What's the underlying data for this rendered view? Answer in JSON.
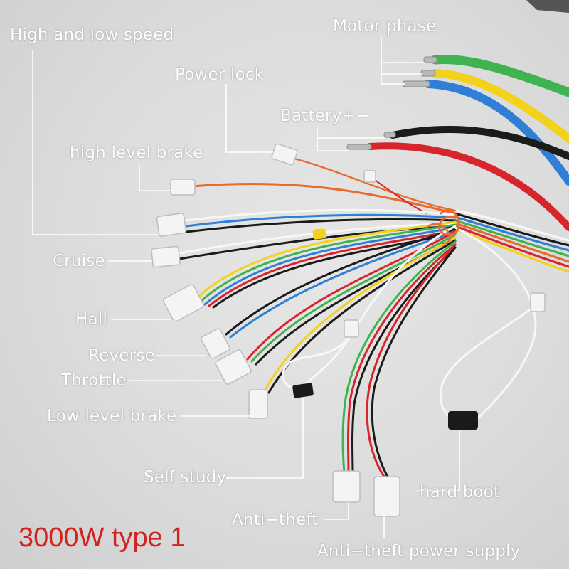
{
  "caption": {
    "text": "3000W type 1",
    "color": "#d2231e"
  },
  "labels": {
    "high_low_speed": "High and low speed",
    "motor_phase": "Motor phase",
    "power_lock": "Power lock",
    "battery": "Battery+−",
    "high_level_brake": "high level brake",
    "cruise": "Cruise",
    "hall": "Hall",
    "reverse": "Reverse",
    "throttle": "Throttle",
    "low_level_brake": "Low level brake",
    "self_study": "Self study",
    "hard_boot": "hard boot",
    "anti_theft": "Anti−theft",
    "anti_theft_power_supply": "Anti−theft power supply"
  },
  "colors": {
    "wire_green": "#3fb34f",
    "wire_yellow": "#f2d21c",
    "wire_blue": "#2f7fd6",
    "wire_black": "#1b1b1b",
    "wire_red": "#d7262b",
    "wire_orange": "#e86a2c",
    "wire_white": "#f7f7f7",
    "connector": "#f4f4f4"
  }
}
